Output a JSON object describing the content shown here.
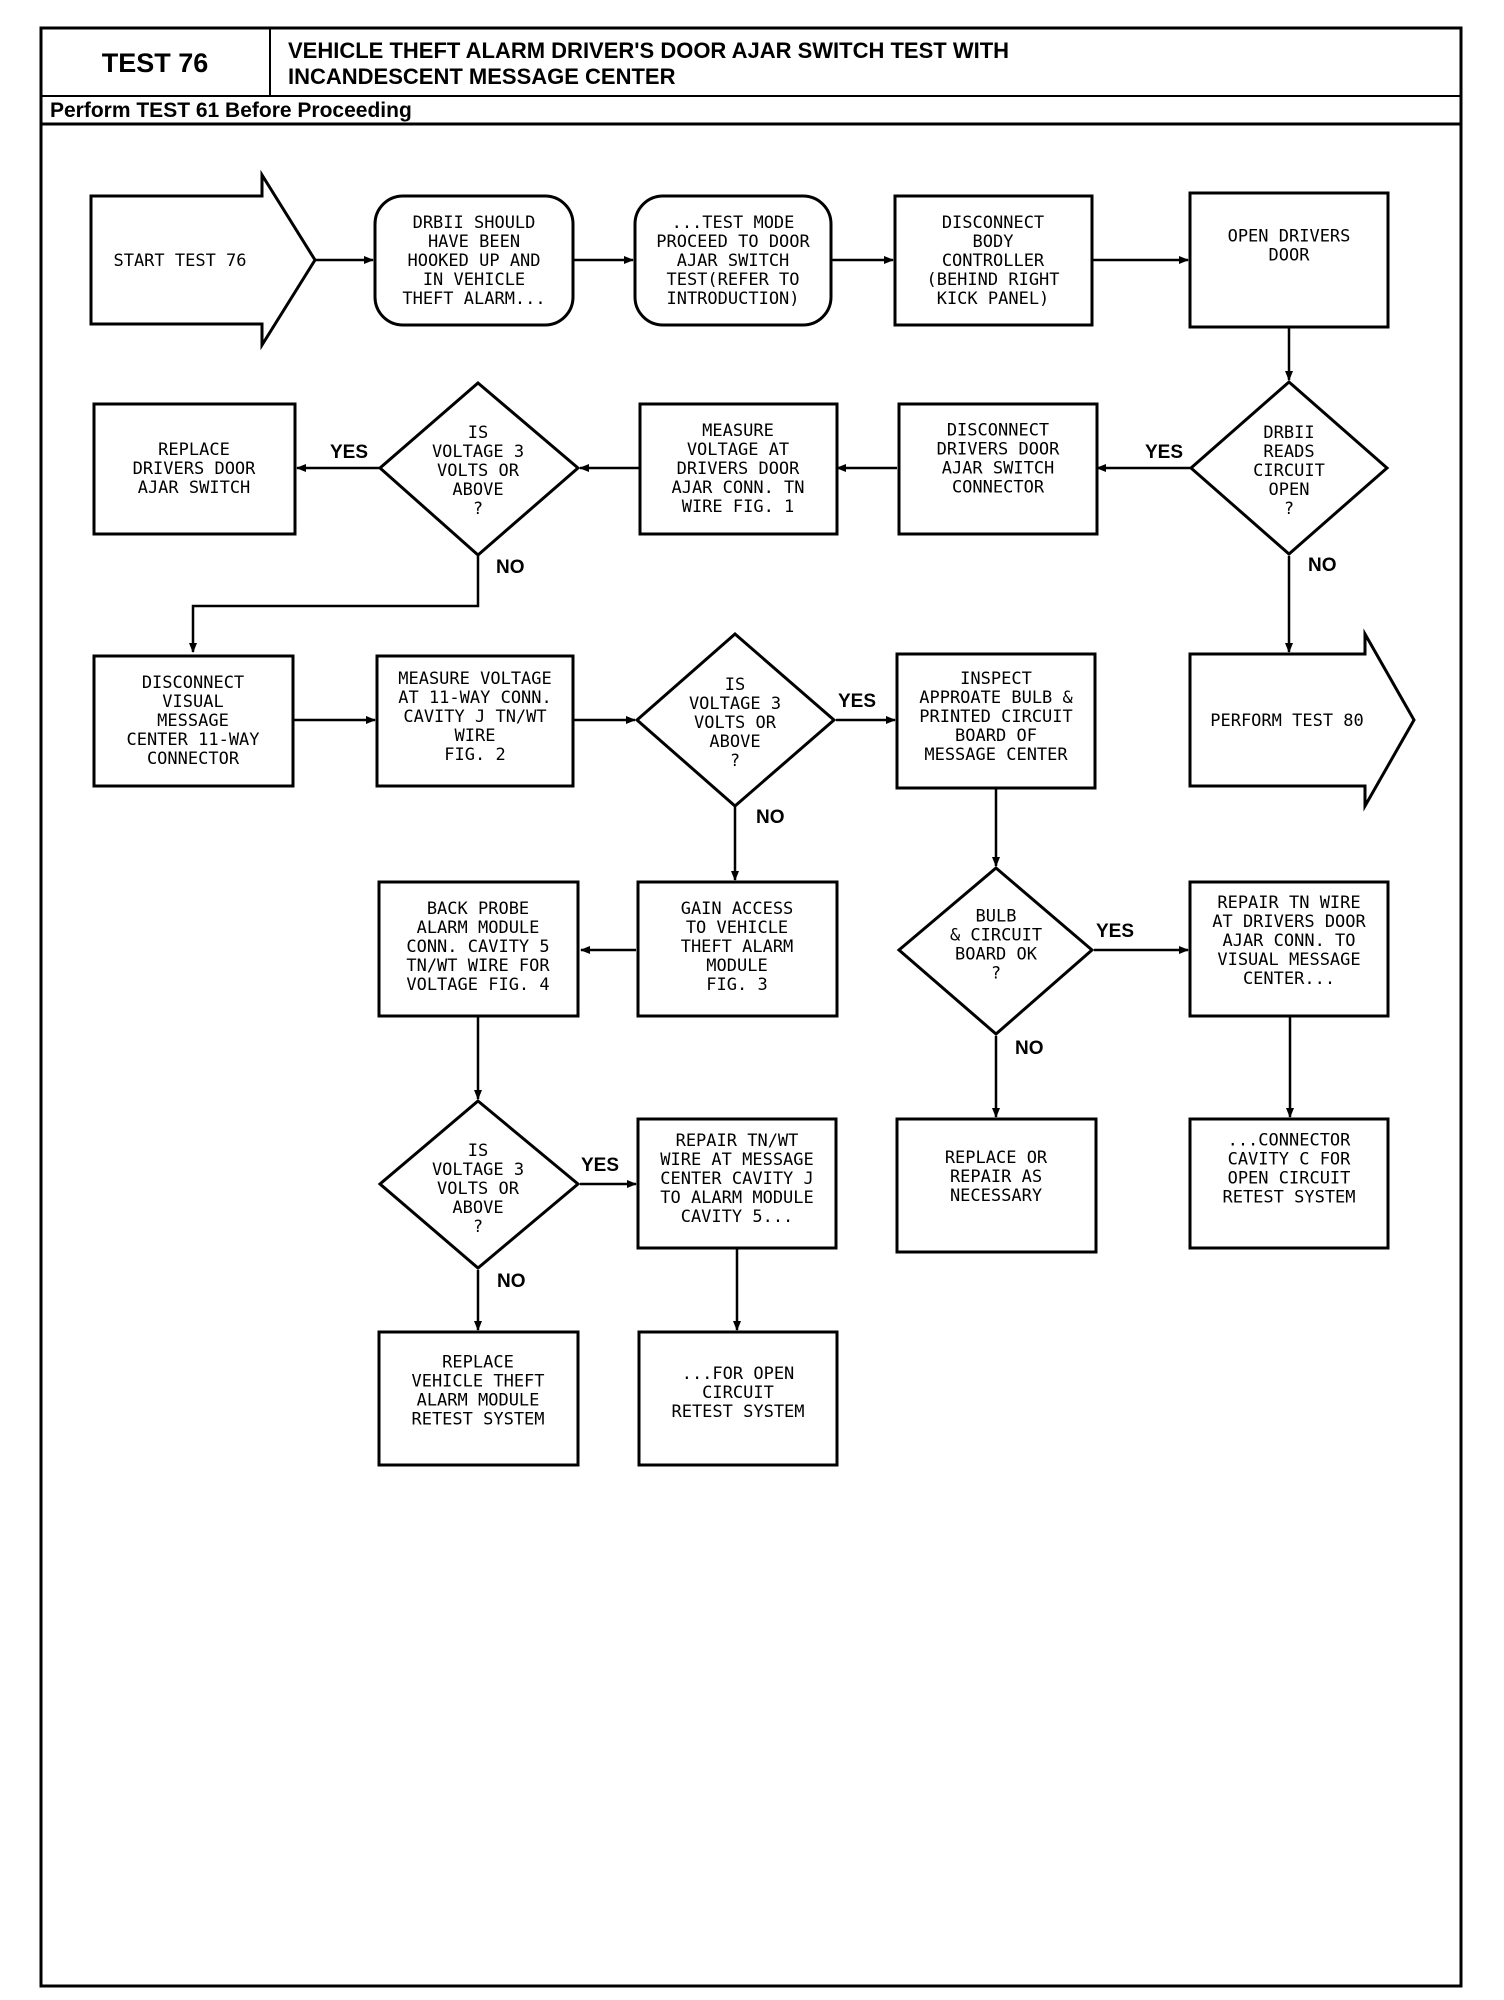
{
  "header": {
    "test_label": "TEST 76",
    "title_line1": "VEHICLE THEFT ALARM DRIVER'S DOOR AJAR SWITCH TEST WITH",
    "title_line2": "INCANDESCENT MESSAGE CENTER",
    "subtitle": "Perform TEST 61 Before Proceeding"
  },
  "nodes": {
    "start": [
      "START TEST 76"
    ],
    "drbii_hooked": [
      "DRBII SHOULD",
      "HAVE BEEN",
      "HOOKED UP AND",
      "IN VEHICLE",
      "THEFT ALARM..."
    ],
    "test_mode": [
      "...TEST MODE",
      "PROCEED TO DOOR",
      "AJAR SWITCH",
      "TEST(REFER TO",
      "INTRODUCTION)"
    ],
    "disconnect_body": [
      "DISCONNECT",
      "BODY",
      "CONTROLLER",
      "(BEHIND RIGHT",
      "KICK PANEL)"
    ],
    "open_drivers_door": [
      "OPEN DRIVERS",
      "DOOR"
    ],
    "drbii_reads": [
      "DRBII",
      "READS",
      "CIRCUIT",
      "OPEN",
      "?"
    ],
    "disconnect_ajar": [
      "DISCONNECT",
      "DRIVERS DOOR",
      "AJAR SWITCH",
      "CONNECTOR"
    ],
    "measure_voltage_1": [
      "MEASURE",
      "VOLTAGE AT",
      "DRIVERS DOOR",
      "AJAR CONN. TN",
      "WIRE FIG. 1"
    ],
    "is_voltage_1": [
      "IS",
      "VOLTAGE 3",
      "VOLTS OR",
      "ABOVE",
      "?"
    ],
    "replace_ajar": [
      "REPLACE",
      "DRIVERS DOOR",
      "AJAR SWITCH"
    ],
    "perform_80": [
      "PERFORM TEST 80"
    ],
    "disconnect_visual": [
      "DISCONNECT",
      "VISUAL",
      "MESSAGE",
      "CENTER 11-WAY",
      "CONNECTOR"
    ],
    "measure_voltage_2": [
      "MEASURE VOLTAGE",
      "AT 11-WAY CONN.",
      "CAVITY J TN/WT",
      "WIRE",
      "FIG. 2"
    ],
    "is_voltage_2": [
      "IS",
      "VOLTAGE 3",
      "VOLTS OR",
      "ABOVE",
      "?"
    ],
    "inspect_bulb": [
      "INSPECT",
      "APPROATE BULB &",
      "PRINTED CIRCUIT",
      "BOARD OF",
      "MESSAGE CENTER"
    ],
    "back_probe": [
      "BACK PROBE",
      "ALARM MODULE",
      "CONN. CAVITY 5",
      "TN/WT WIRE FOR",
      "VOLTAGE FIG. 4"
    ],
    "gain_access": [
      "GAIN ACCESS",
      "TO VEHICLE",
      "THEFT ALARM",
      "MODULE",
      "FIG. 3"
    ],
    "bulb_ok": [
      "BULB",
      "& CIRCUIT",
      "BOARD OK",
      "?"
    ],
    "repair_tn": [
      "REPAIR TN WIRE",
      "AT DRIVERS DOOR",
      "AJAR CONN. TO",
      "VISUAL MESSAGE",
      "CENTER..."
    ],
    "is_voltage_3": [
      "IS",
      "VOLTAGE 3",
      "VOLTS OR",
      "ABOVE",
      "?"
    ],
    "repair_tnwt": [
      "REPAIR TN/WT",
      "WIRE AT MESSAGE",
      "CENTER CAVITY J",
      "TO ALARM MODULE",
      "CAVITY 5..."
    ],
    "replace_repair": [
      "REPLACE OR",
      "REPAIR AS",
      "NECESSARY"
    ],
    "connector_cavity": [
      "...CONNECTOR",
      "CAVITY C FOR",
      "OPEN CIRCUIT",
      "RETEST SYSTEM"
    ],
    "replace_module": [
      "REPLACE",
      "VEHICLE THEFT",
      "ALARM MODULE",
      "RETEST SYSTEM"
    ],
    "for_open": [
      "...FOR OPEN",
      "CIRCUIT",
      "RETEST SYSTEM"
    ]
  },
  "branch_labels": {
    "yes": "YES",
    "no": "NO"
  }
}
